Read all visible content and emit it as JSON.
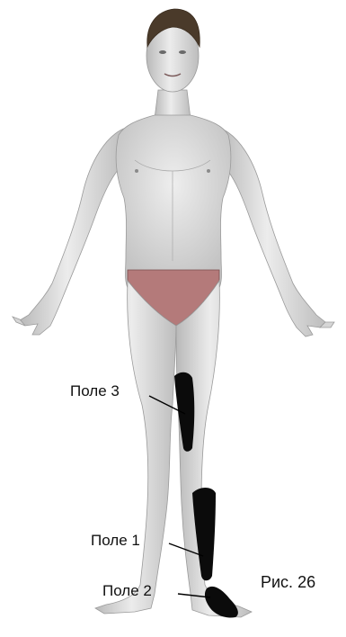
{
  "labels": {
    "field3": "Поле 3",
    "field1": "Поле 1",
    "field2": "Поле 2",
    "figure": "Рис. 26"
  },
  "colors": {
    "background": "#ffffff",
    "skin": "#dcdcdc",
    "skin_shadow": "#b8b8b8",
    "underwear": "#b47a7a",
    "hair": "#4a3a2a",
    "electrode": "#0b0b0b",
    "text": "#111111"
  },
  "icons": [
    "human-figure-icon"
  ]
}
